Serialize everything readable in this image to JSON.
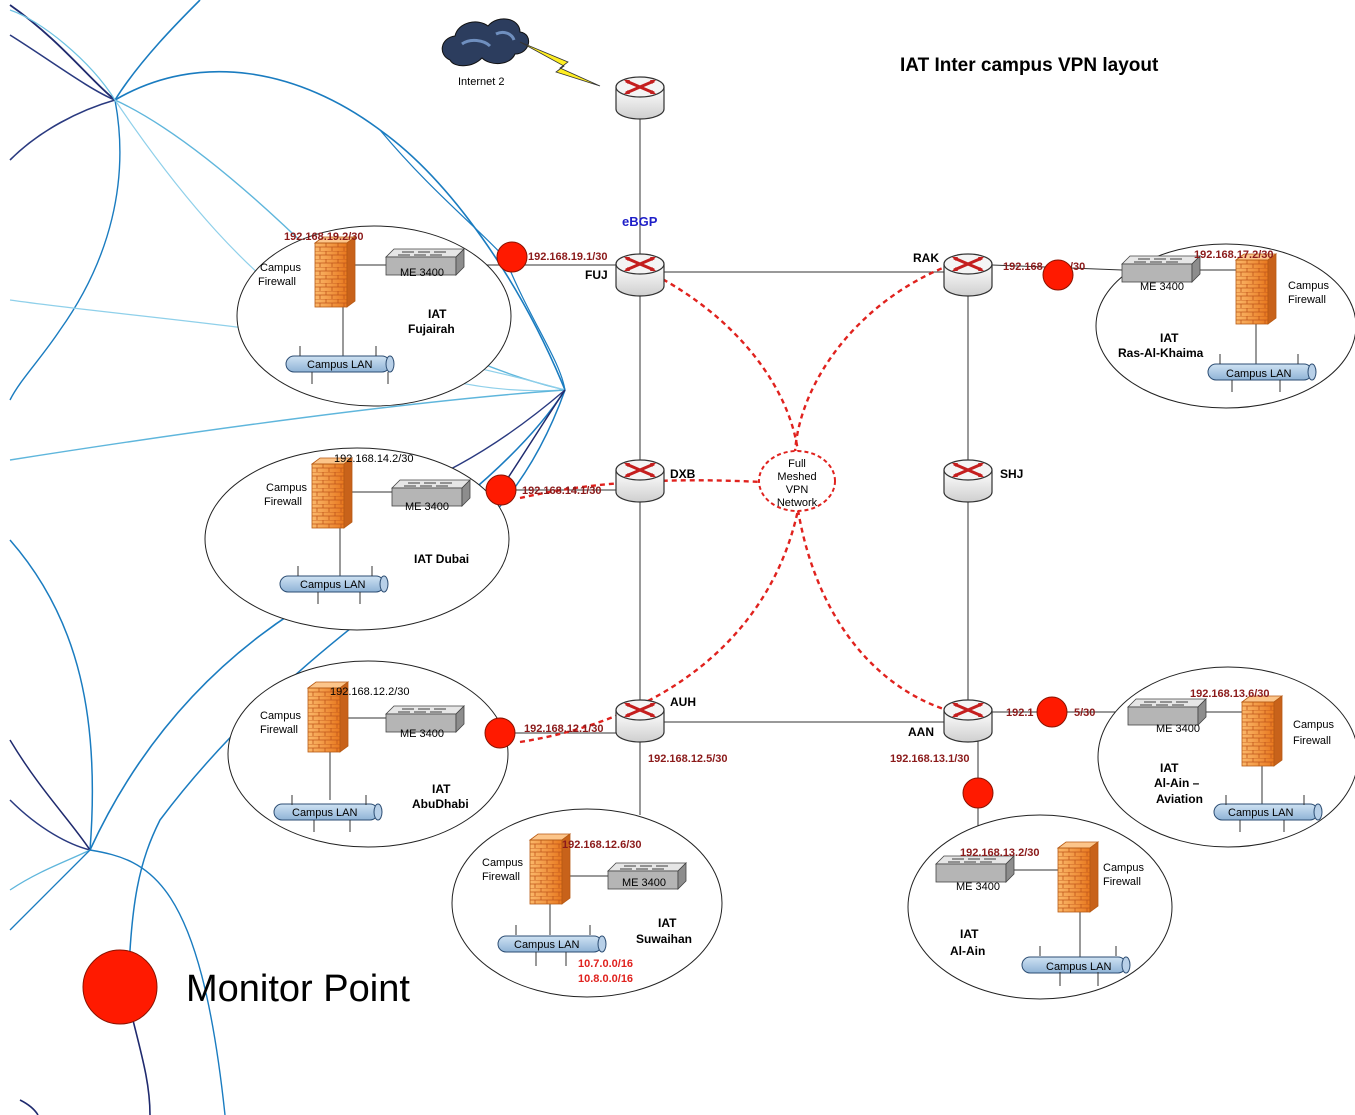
{
  "title": "IAT Inter campus VPN layout",
  "cloud": {
    "label": "Internet 2"
  },
  "protocol": {
    "label": "eBGP"
  },
  "routers": {
    "fuj": "FUJ",
    "rak": "RAK",
    "dxb": "DXB",
    "shj": "SHJ",
    "auh": "AUH",
    "aan": "AAN"
  },
  "mesh": {
    "l1": "Full",
    "l2": "Meshed",
    "l3": "VPN",
    "l4": "Network"
  },
  "common": {
    "switch": "ME 3400",
    "lan": "Campus LAN",
    "fw1": "Campus",
    "fw2": "Firewall"
  },
  "campuses": {
    "fujairah": {
      "l1": "IAT",
      "l2": "Fujairah",
      "fw_ip": "192.168.19.2/30",
      "rtr_ip": "192.168.19.1/30"
    },
    "rak": {
      "l1": "IAT",
      "l2": "Ras-Al-Khaima",
      "fw_ip": "192.168.17.2/30",
      "rtr_ip_a": "192.168",
      "rtr_ip_b": "/30"
    },
    "dubai": {
      "l1": "IAT Dubai",
      "fw_ip": "192.168.14.2/30",
      "rtr_ip": "192.168.14.1/30"
    },
    "abudhabi": {
      "l1": "IAT",
      "l2": "AbuDhabi",
      "fw_ip": "192.168.12.2/30",
      "rtr_ip": "192.168.12.1/30"
    },
    "suwaihan": {
      "l1": "IAT",
      "l2": "Suwaihan",
      "fw_ip": "192.168.12.6/30",
      "rtr_ip": "192.168.12.5/30",
      "net1": "10.7.0.0/16",
      "net2": "10.8.0.0/16"
    },
    "alain": {
      "l1": "IAT",
      "l2": "Al-Ain",
      "fw_ip": "192.168.13.2/30",
      "rtr_ip": "192.168.13.1/30"
    },
    "aviation": {
      "l1": "IAT",
      "l2": "Al-Ain –",
      "l3": "Aviation",
      "fw_ip": "192.168.13.6/30",
      "rtr_ip_a": "192.1",
      "rtr_ip_b": "5/30"
    }
  },
  "legend": {
    "label": "Monitor Point",
    "color": "#ff1a00"
  },
  "colors": {
    "mesh": "#e0221e",
    "ip": "#8b1a1a",
    "bgp": "#1e1ec8",
    "monitor": "#ff1a00"
  }
}
